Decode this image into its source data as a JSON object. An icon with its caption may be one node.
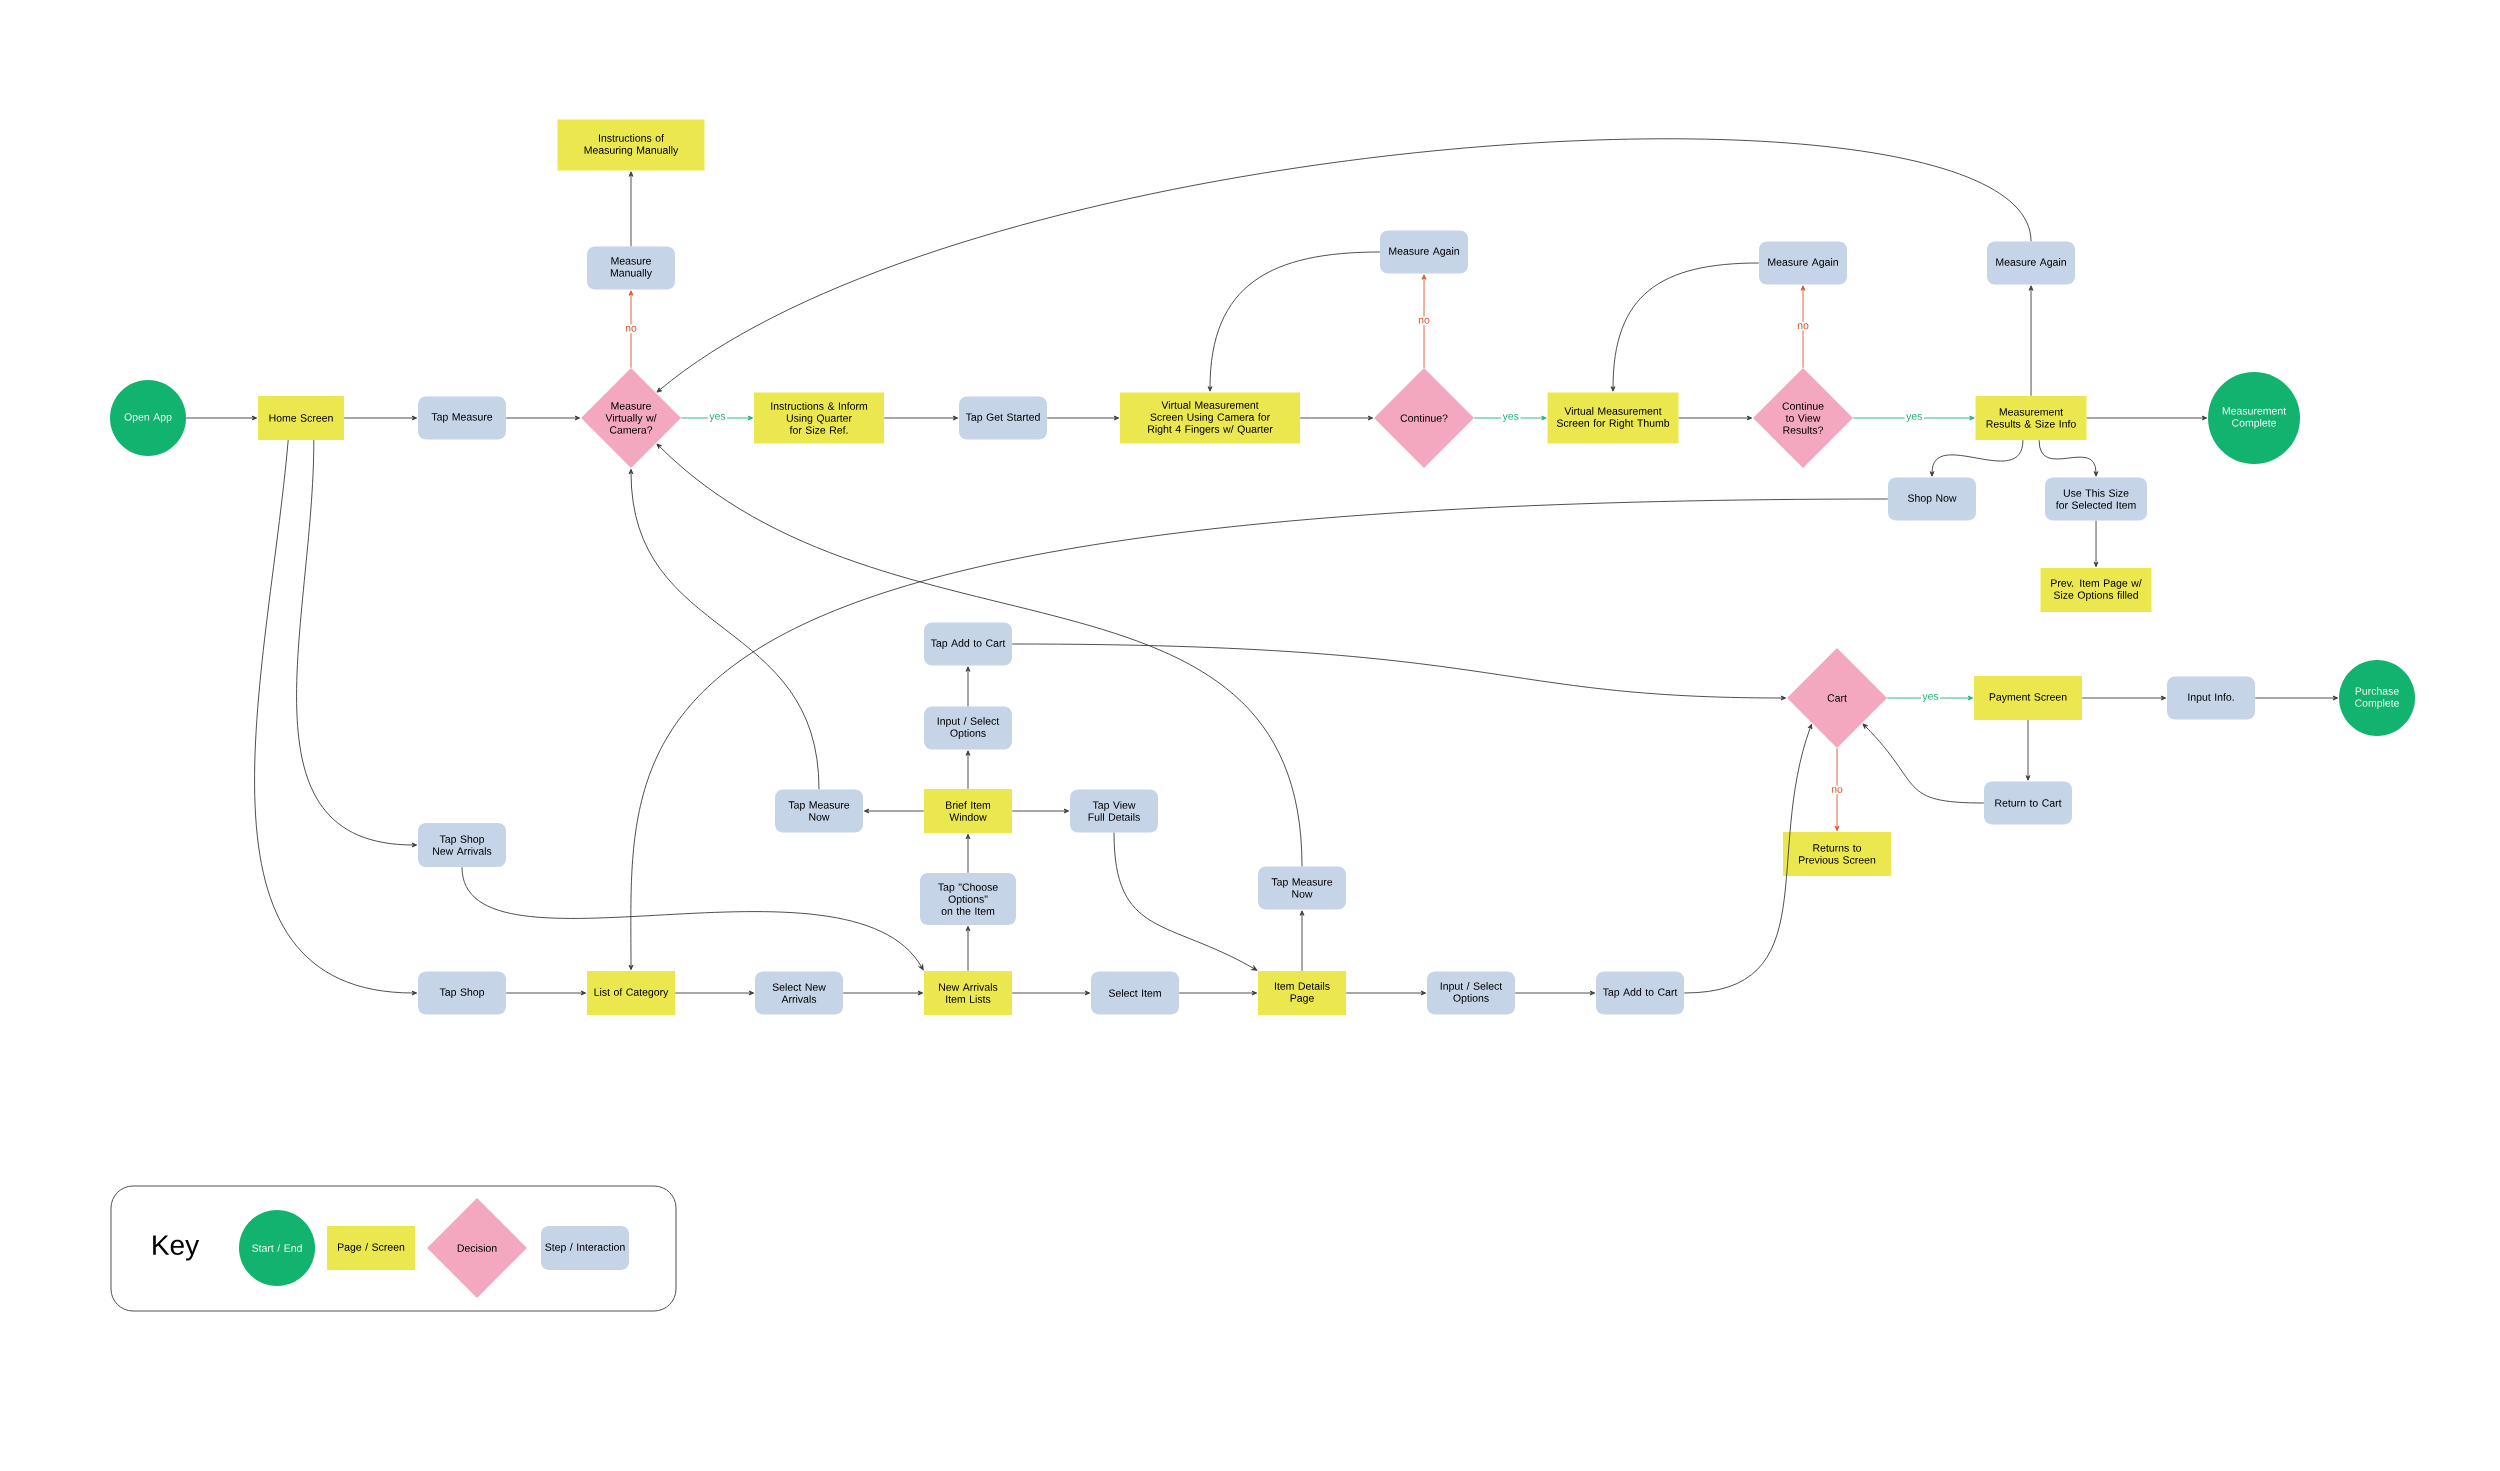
{
  "diagram": {
    "nodes": [
      {
        "text": [
          "Open App"
        ]
      },
      {
        "text": [
          "Home Screen"
        ]
      },
      {
        "text": [
          "Tap Measure"
        ]
      },
      {
        "text": [
          "Measure Virtually w/ Camera?"
        ]
      },
      {
        "text": [
          "Measure Manually"
        ]
      },
      {
        "text": [
          "Instructions of Measuring Manually"
        ]
      },
      {
        "text": [
          "Instructions & Inform Using Quarter for Size Ref."
        ]
      },
      {
        "text": [
          "Tap Get Started"
        ]
      },
      {
        "text": [
          "Virtual Measurement Screen Using Camera for Right 4 Fingers w/ Quarter"
        ]
      },
      {
        "text": [
          "Continue?"
        ]
      },
      {
        "text": [
          "Measure Again"
        ]
      },
      {
        "text": [
          "Virtual Measurement Screen for Right Thumb"
        ]
      },
      {
        "text": [
          "Continue to View Results?"
        ]
      },
      {
        "text": [
          "Measure Again"
        ]
      },
      {
        "text": [
          "Measurement Results & Size Info"
        ]
      },
      {
        "text": [
          "Measure Again"
        ]
      },
      {
        "text": [
          "Measurement Complete"
        ]
      },
      {
        "text": [
          "Shop Now"
        ]
      },
      {
        "text": [
          "Use This Size for Selected Item"
        ]
      },
      {
        "text": [
          "Prev. Item Page w/ Size Options filled"
        ]
      },
      {
        "text": [
          "Tap Shop New Arrivals"
        ]
      },
      {
        "text": [
          "Tap Shop"
        ]
      },
      {
        "text": [
          "List of Category"
        ]
      },
      {
        "text": [
          "Select New Arrivals"
        ]
      },
      {
        "text": [
          "New Arrivals Item Lists"
        ]
      },
      {
        "text": [
          "Tap \"Choose Options\" on the Item"
        ]
      },
      {
        "text": [
          "Brief Item Window"
        ]
      },
      {
        "text": [
          "Tap Measure Now"
        ]
      },
      {
        "text": [
          "Tap View Full Details"
        ]
      },
      {
        "text": [
          "Input / Select Options"
        ]
      },
      {
        "text": [
          "Tap Add to Cart"
        ]
      },
      {
        "text": [
          "Select Item"
        ]
      },
      {
        "text": [
          "Item Details Page"
        ]
      },
      {
        "text": [
          "Tap Measure Now"
        ]
      },
      {
        "text": [
          "Input / Select Options"
        ]
      },
      {
        "text": [
          "Tap Add to Cart"
        ]
      },
      {
        "text": [
          "Cart"
        ]
      },
      {
        "text": [
          "Returns to Previous Screen"
        ]
      },
      {
        "text": [
          "Payment Screen"
        ]
      },
      {
        "text": [
          "Return to Cart"
        ]
      },
      {
        "text": [
          "Input Info."
        ]
      },
      {
        "text": [
          "Purchase Complete"
        ]
      }
    ],
    "edges": [
      {
        "from": 0,
        "to": 1,
        "arrow": "to"
      },
      {
        "from": 1,
        "to": 2,
        "arrow": "to"
      },
      {
        "from": 2,
        "to": 3,
        "arrow": "to"
      },
      {
        "from": 3,
        "to": 4,
        "arrow": "to",
        "label": "no",
        "color": "#e0502a"
      },
      {
        "from": 4,
        "to": 5,
        "arrow": "to"
      },
      {
        "from": 3,
        "to": 6,
        "arrow": "to",
        "label": "yes",
        "color": "#1db574"
      },
      {
        "from": 6,
        "to": 7,
        "arrow": "to"
      },
      {
        "from": 7,
        "to": 8,
        "arrow": "to"
      },
      {
        "from": 8,
        "to": 9,
        "arrow": "to"
      },
      {
        "from": 9,
        "to": 10,
        "arrow": "to",
        "label": "no",
        "color": "#e0502a"
      },
      {
        "from": 10,
        "to": 8,
        "arrow": "to"
      },
      {
        "from": 9,
        "to": 11,
        "arrow": "to",
        "label": "yes",
        "color": "#1db574"
      },
      {
        "from": 11,
        "to": 12,
        "arrow": "to"
      },
      {
        "from": 12,
        "to": 13,
        "arrow": "to",
        "label": "no",
        "color": "#e0502a"
      },
      {
        "from": 13,
        "to": 11,
        "arrow": "to"
      },
      {
        "from": 12,
        "to": 14,
        "arrow": "to",
        "label": "yes",
        "color": "#1db574"
      },
      {
        "from": 14,
        "to": 15,
        "arrow": "to"
      },
      {
        "from": 15,
        "to": 3,
        "arrow": "to"
      },
      {
        "from": 14,
        "to": 16,
        "arrow": "to"
      },
      {
        "from": 14,
        "to": 17,
        "arrow": "to"
      },
      {
        "from": 14,
        "to": 18,
        "arrow": "to"
      },
      {
        "from": 18,
        "to": 19,
        "arrow": "to"
      },
      {
        "from": 17,
        "to": 22,
        "arrow": "to"
      },
      {
        "from": 1,
        "to": 20,
        "arrow": "to"
      },
      {
        "from": 1,
        "to": 21,
        "arrow": "to"
      },
      {
        "from": 21,
        "to": 22,
        "arrow": "to"
      },
      {
        "from": 22,
        "to": 23,
        "arrow": "to"
      },
      {
        "from": 23,
        "to": 24,
        "arrow": "to"
      },
      {
        "from": 20,
        "to": 24,
        "arrow": "to"
      },
      {
        "from": 24,
        "to": 25,
        "arrow": "to"
      },
      {
        "from": 25,
        "to": 26,
        "arrow": "to"
      },
      {
        "from": 26,
        "to": 27,
        "arrow": "to"
      },
      {
        "from": 26,
        "to": 28,
        "arrow": "to"
      },
      {
        "from": 26,
        "to": 29,
        "arrow": "to"
      },
      {
        "from": 29,
        "to": 30,
        "arrow": "to"
      },
      {
        "from": 27,
        "to": 3,
        "arrow": "to"
      },
      {
        "from": 33,
        "to": 3,
        "arrow": "to"
      },
      {
        "from": 30,
        "to": 36,
        "arrow": "to"
      },
      {
        "from": 24,
        "to": 31,
        "arrow": "to"
      },
      {
        "from": 31,
        "to": 32,
        "arrow": "to"
      },
      {
        "from": 28,
        "to": 32,
        "arrow": "to"
      },
      {
        "from": 32,
        "to": 33,
        "arrow": "to"
      },
      {
        "from": 32,
        "to": 34,
        "arrow": "to"
      },
      {
        "from": 34,
        "to": 35,
        "arrow": "to"
      },
      {
        "from": 35,
        "to": 36,
        "arrow": "to"
      },
      {
        "from": 36,
        "to": 38,
        "arrow": "to",
        "label": "yes",
        "color": "#1db574"
      },
      {
        "from": 36,
        "to": 37,
        "arrow": "to",
        "label": "no",
        "color": "#e0502a"
      },
      {
        "from": 38,
        "to": 39,
        "arrow": "to"
      },
      {
        "from": 39,
        "to": 36,
        "arrow": "to"
      },
      {
        "from": 38,
        "to": 40,
        "arrow": "to"
      },
      {
        "from": 40,
        "to": 41,
        "arrow": "to"
      }
    ],
    "labels": [
      "Key"
    ],
    "legend": [
      {
        "text": "Start / End",
        "color": "#11b36e"
      },
      {
        "text": "Page / Screen",
        "color": "#ebe84f"
      },
      {
        "text": "Decision",
        "color": "#f3a8bf"
      },
      {
        "text": "Step / Interaction",
        "color": "#c6d4e7"
      }
    ]
  }
}
